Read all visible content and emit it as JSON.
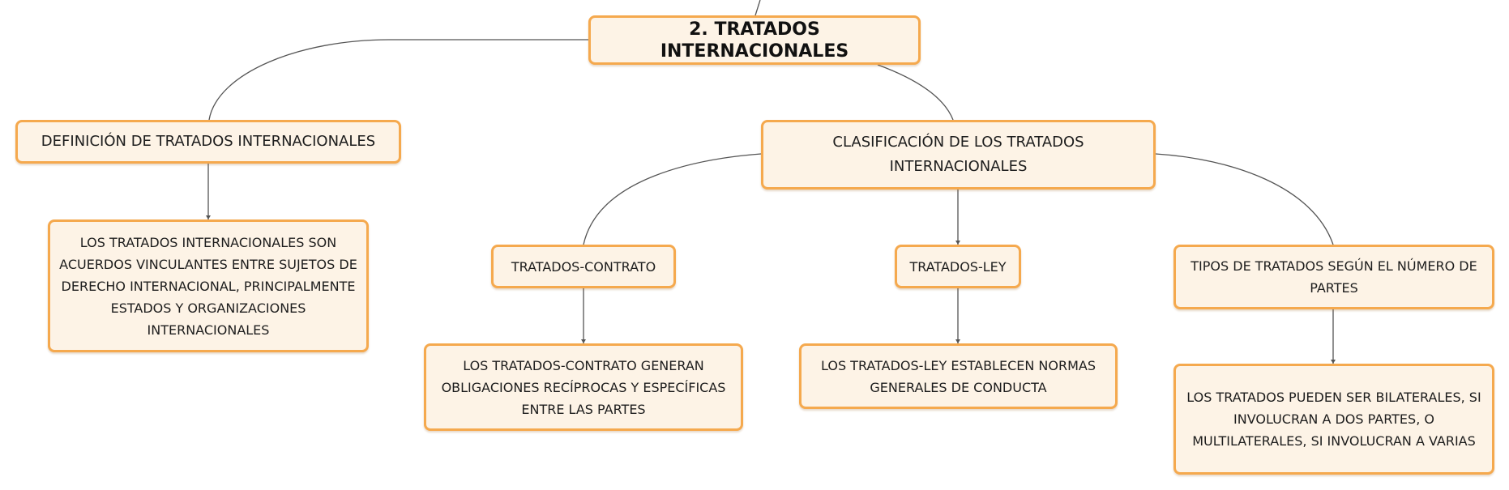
{
  "diagram": {
    "root": {
      "label": "2. TRATADOS INTERNACIONALES"
    },
    "definition": {
      "label": "DEFINICIÓN DE TRATADOS INTERNACIONALES",
      "detail": "LOS TRATADOS INTERNACIONALES SON ACUERDOS VINCULANTES ENTRE SUJETOS DE DERECHO INTERNACIONAL, PRINCIPALMENTE ESTADOS Y ORGANIZACIONES INTERNACIONALES"
    },
    "classification": {
      "label": "CLASIFICACIÓN DE LOS TRATADOS INTERNACIONALES",
      "children": [
        {
          "label": "TRATADOS-CONTRATO",
          "detail": "LOS TRATADOS-CONTRATO GENERAN OBLIGACIONES RECÍPROCAS Y ESPECÍFICAS ENTRE LAS PARTES"
        },
        {
          "label": "TRATADOS-LEY",
          "detail": "LOS TRATADOS-LEY ESTABLECEN NORMAS GENERALES DE CONDUCTA"
        },
        {
          "label": "TIPOS DE TRATADOS SEGÚN EL NÚMERO DE PARTES",
          "detail": "LOS TRATADOS PUEDEN SER BILATERALES, SI INVOLUCRAN A DOS PARTES, O MULTILATERALES, SI INVOLUCRAN A VARIAS"
        }
      ]
    }
  },
  "colors": {
    "node_fill": "#fdf3e6",
    "node_border": "#f5a94e",
    "connector": "#555555",
    "text": "#1d1d1d"
  }
}
